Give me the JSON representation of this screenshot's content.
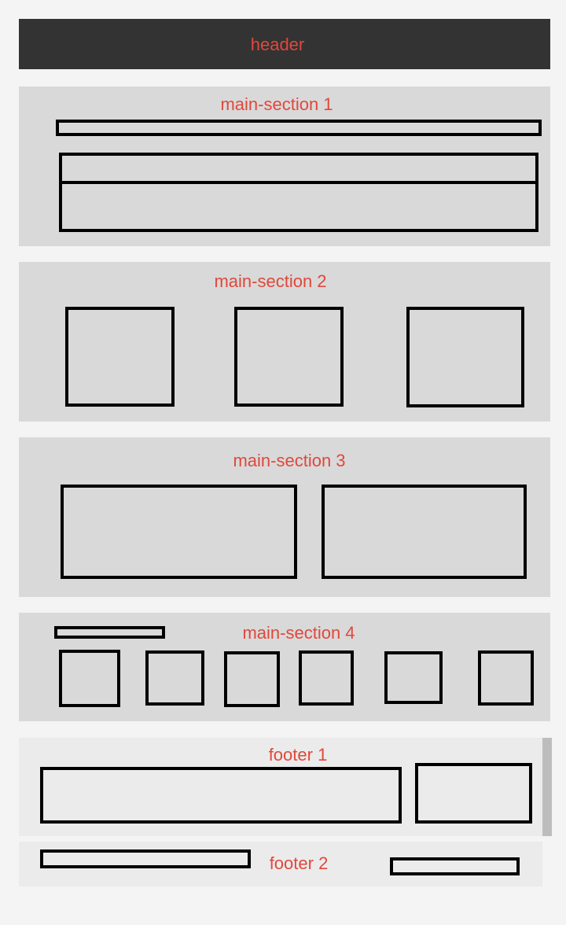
{
  "labels": {
    "header": "header",
    "main_section_1": "main-section 1",
    "main_section_2": "main-section 2",
    "main_section_3": "main-section 3",
    "main_section_4": "main-section 4",
    "footer_1": "footer 1",
    "footer_2": "footer 2"
  },
  "colors": {
    "page_background": "#f4f4f4",
    "header_background": "#333333",
    "section_background": "#d9d9d9",
    "footer_background": "#ebebeb",
    "label_text": "#e0483c",
    "box_border": "#000000",
    "scrollbar": "#bdbdbd"
  }
}
